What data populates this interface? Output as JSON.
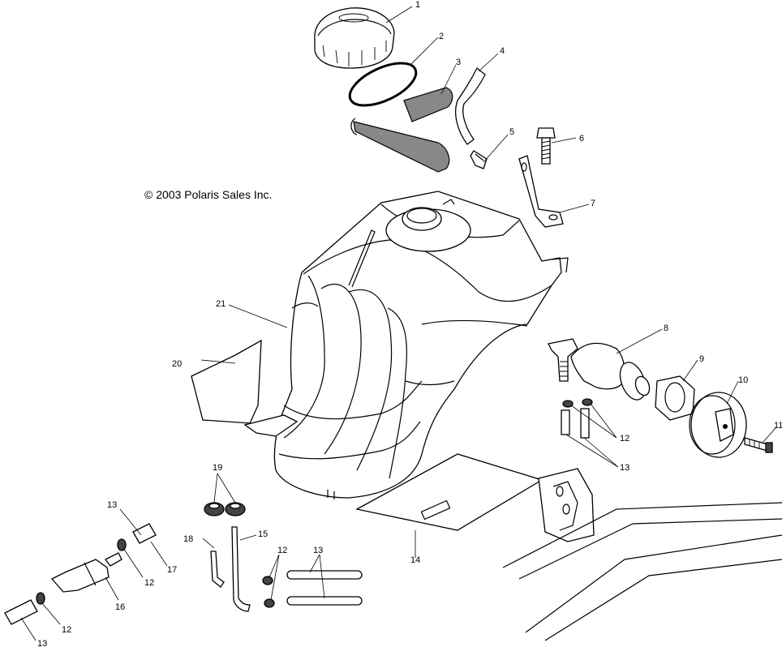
{
  "copyright": "© 2003 Polaris Sales Inc.",
  "callouts": [
    {
      "id": "c1",
      "text": "1"
    },
    {
      "id": "c2",
      "text": "2"
    },
    {
      "id": "c3",
      "text": "3"
    },
    {
      "id": "c4",
      "text": "4"
    },
    {
      "id": "c5",
      "text": "5"
    },
    {
      "id": "c6",
      "text": "6"
    },
    {
      "id": "c7",
      "text": "7"
    },
    {
      "id": "c8",
      "text": "8"
    },
    {
      "id": "c9",
      "text": "9"
    },
    {
      "id": "c10",
      "text": "10"
    },
    {
      "id": "c11",
      "text": "11"
    },
    {
      "id": "c12a",
      "text": "12"
    },
    {
      "id": "c13a",
      "text": "13"
    },
    {
      "id": "c14",
      "text": "14"
    },
    {
      "id": "c15",
      "text": "15"
    },
    {
      "id": "c16",
      "text": "16"
    },
    {
      "id": "c17",
      "text": "17"
    },
    {
      "id": "c18",
      "text": "18"
    },
    {
      "id": "c19",
      "text": "19"
    },
    {
      "id": "c20",
      "text": "20"
    },
    {
      "id": "c21",
      "text": "21"
    },
    {
      "id": "c12b",
      "text": "12"
    },
    {
      "id": "c12c",
      "text": "12"
    },
    {
      "id": "c12d",
      "text": "12"
    },
    {
      "id": "c13b",
      "text": "13"
    },
    {
      "id": "c13c",
      "text": "13"
    },
    {
      "id": "c13d",
      "text": "13"
    }
  ]
}
